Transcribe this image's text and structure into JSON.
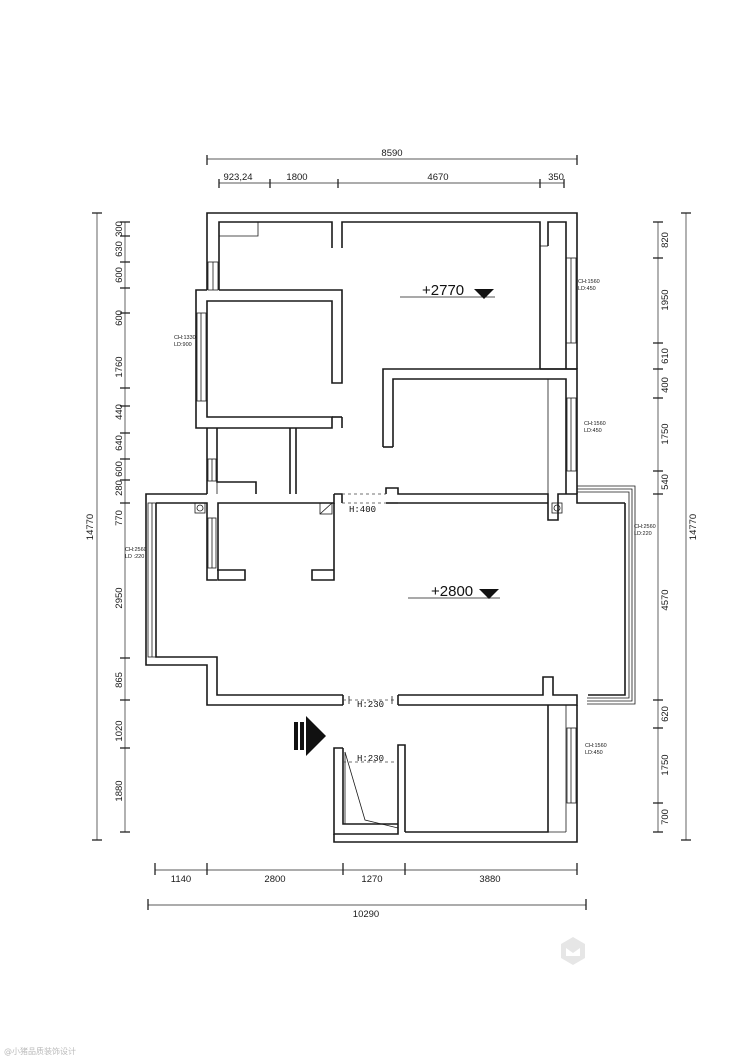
{
  "dimensions": {
    "top_total": "8590",
    "top_segments": [
      "923,24",
      "1800",
      "4670",
      "350"
    ],
    "bottom_segments": [
      "1140",
      "2800",
      "1270",
      "3880"
    ],
    "bottom_total": "10290",
    "left_total": "14770",
    "left_segments": [
      "300",
      "630",
      "600",
      "600",
      "1760",
      "440",
      "640",
      "600",
      "280",
      "770",
      "2950",
      "865",
      "1020",
      "1880"
    ],
    "right_total": "14770",
    "right_segments": [
      "820",
      "1950",
      "610",
      "400",
      "1750",
      "540",
      "4570",
      "620",
      "1750",
      "700"
    ]
  },
  "elevations": {
    "upper": "+2770",
    "main": "+2800"
  },
  "openings": {
    "corridor": "H:400",
    "living_bottom": "H:230",
    "stair": "H:230"
  },
  "windows": {
    "w1": [
      "CH:1560",
      "LD:450"
    ],
    "w2": [
      "CH:1330",
      "LD:900"
    ],
    "w3": [
      "CH:1560",
      "LD:450"
    ],
    "w4": [
      "CH:2560",
      "LD :220"
    ],
    "w5": [
      "CH:2560",
      "LD:220"
    ],
    "w6": [
      "CH:1560",
      "LD:450"
    ]
  },
  "watermark": "@小猪品质装饰设计"
}
